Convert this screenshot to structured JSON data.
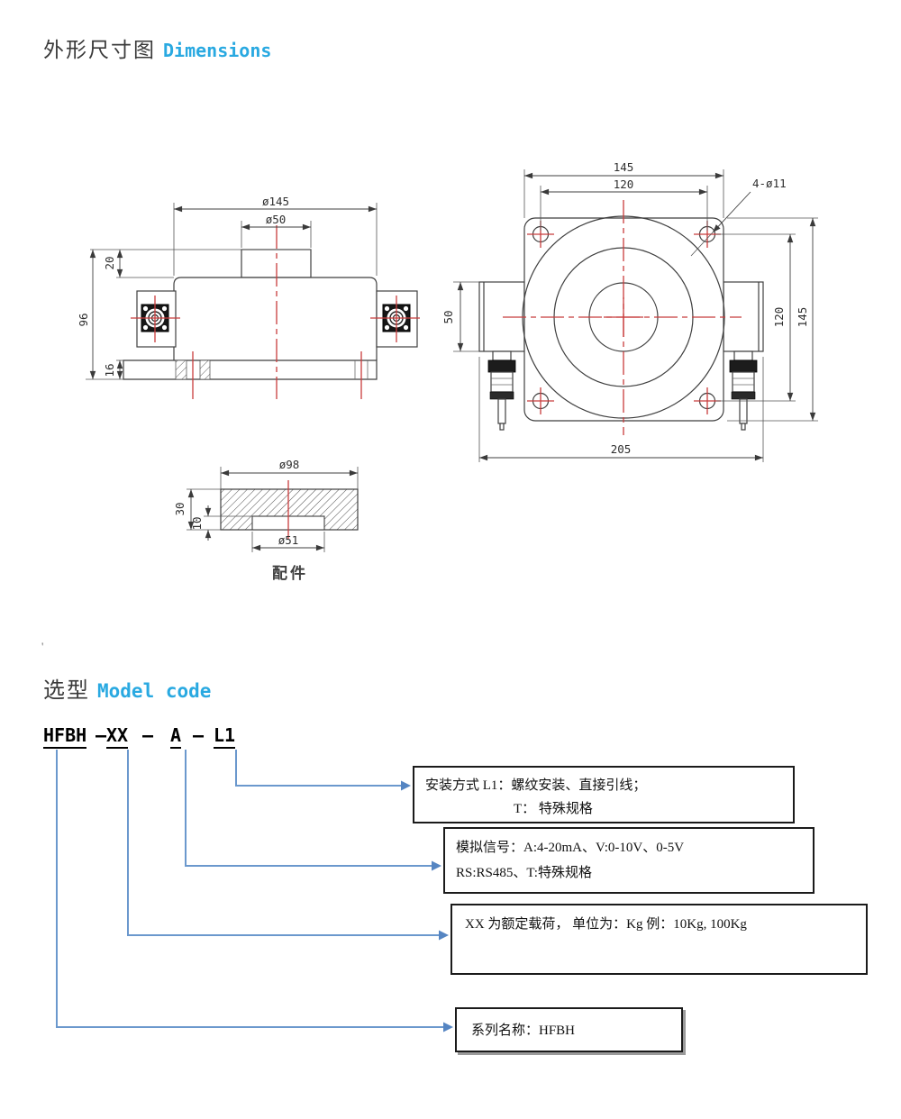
{
  "header": {
    "title_zh": "外形尺寸图",
    "title_en": "Dimensions"
  },
  "section": {
    "stray_mark": "'",
    "title_zh": "选型",
    "title_en": "Model code"
  },
  "side_view": {
    "dim_body_width": "ø145",
    "dim_boss_width": "ø50",
    "dim_boss_height": "20",
    "dim_total_height": "96",
    "dim_base_height": "16"
  },
  "front_view": {
    "dim_plate_width": "145",
    "dim_hole_spacing_top": "120",
    "dim_holes": "4-ø11",
    "dim_block_height": "50",
    "dim_hole_spacing_right": "120",
    "dim_plate_height": "145",
    "dim_total_width": "205"
  },
  "accessory": {
    "dim_outer_dia": "ø98",
    "dim_height": "30",
    "dim_step_height": "10",
    "dim_bore_dia": "ø51",
    "caption": "配件"
  },
  "model_code": {
    "series": "HFBH",
    "sep1": "–",
    "load": "XX",
    "sep2": "–",
    "signal": "A",
    "sep3": "–",
    "mount": "L1"
  },
  "callouts": {
    "mount": {
      "line1": "安装方式 L1：螺纹安装、直接引线；",
      "line2": "T：  特殊规格"
    },
    "signal": {
      "line1": "模拟信号：A:4-20mA、V:0-10V、0-5V",
      "line2": "RS:RS485、T:特殊规格"
    },
    "load": {
      "line1": "XX 为额定载荷，  单位为：Kg 例：10Kg, 100Kg"
    },
    "series": {
      "line1": "系列名称：HFBH"
    }
  },
  "colors": {
    "accent_blue": "#29a9e1",
    "connector_blue": "#6b98cd",
    "centerline_red": "#c83c3c",
    "line_dark": "#3f3f3f"
  }
}
